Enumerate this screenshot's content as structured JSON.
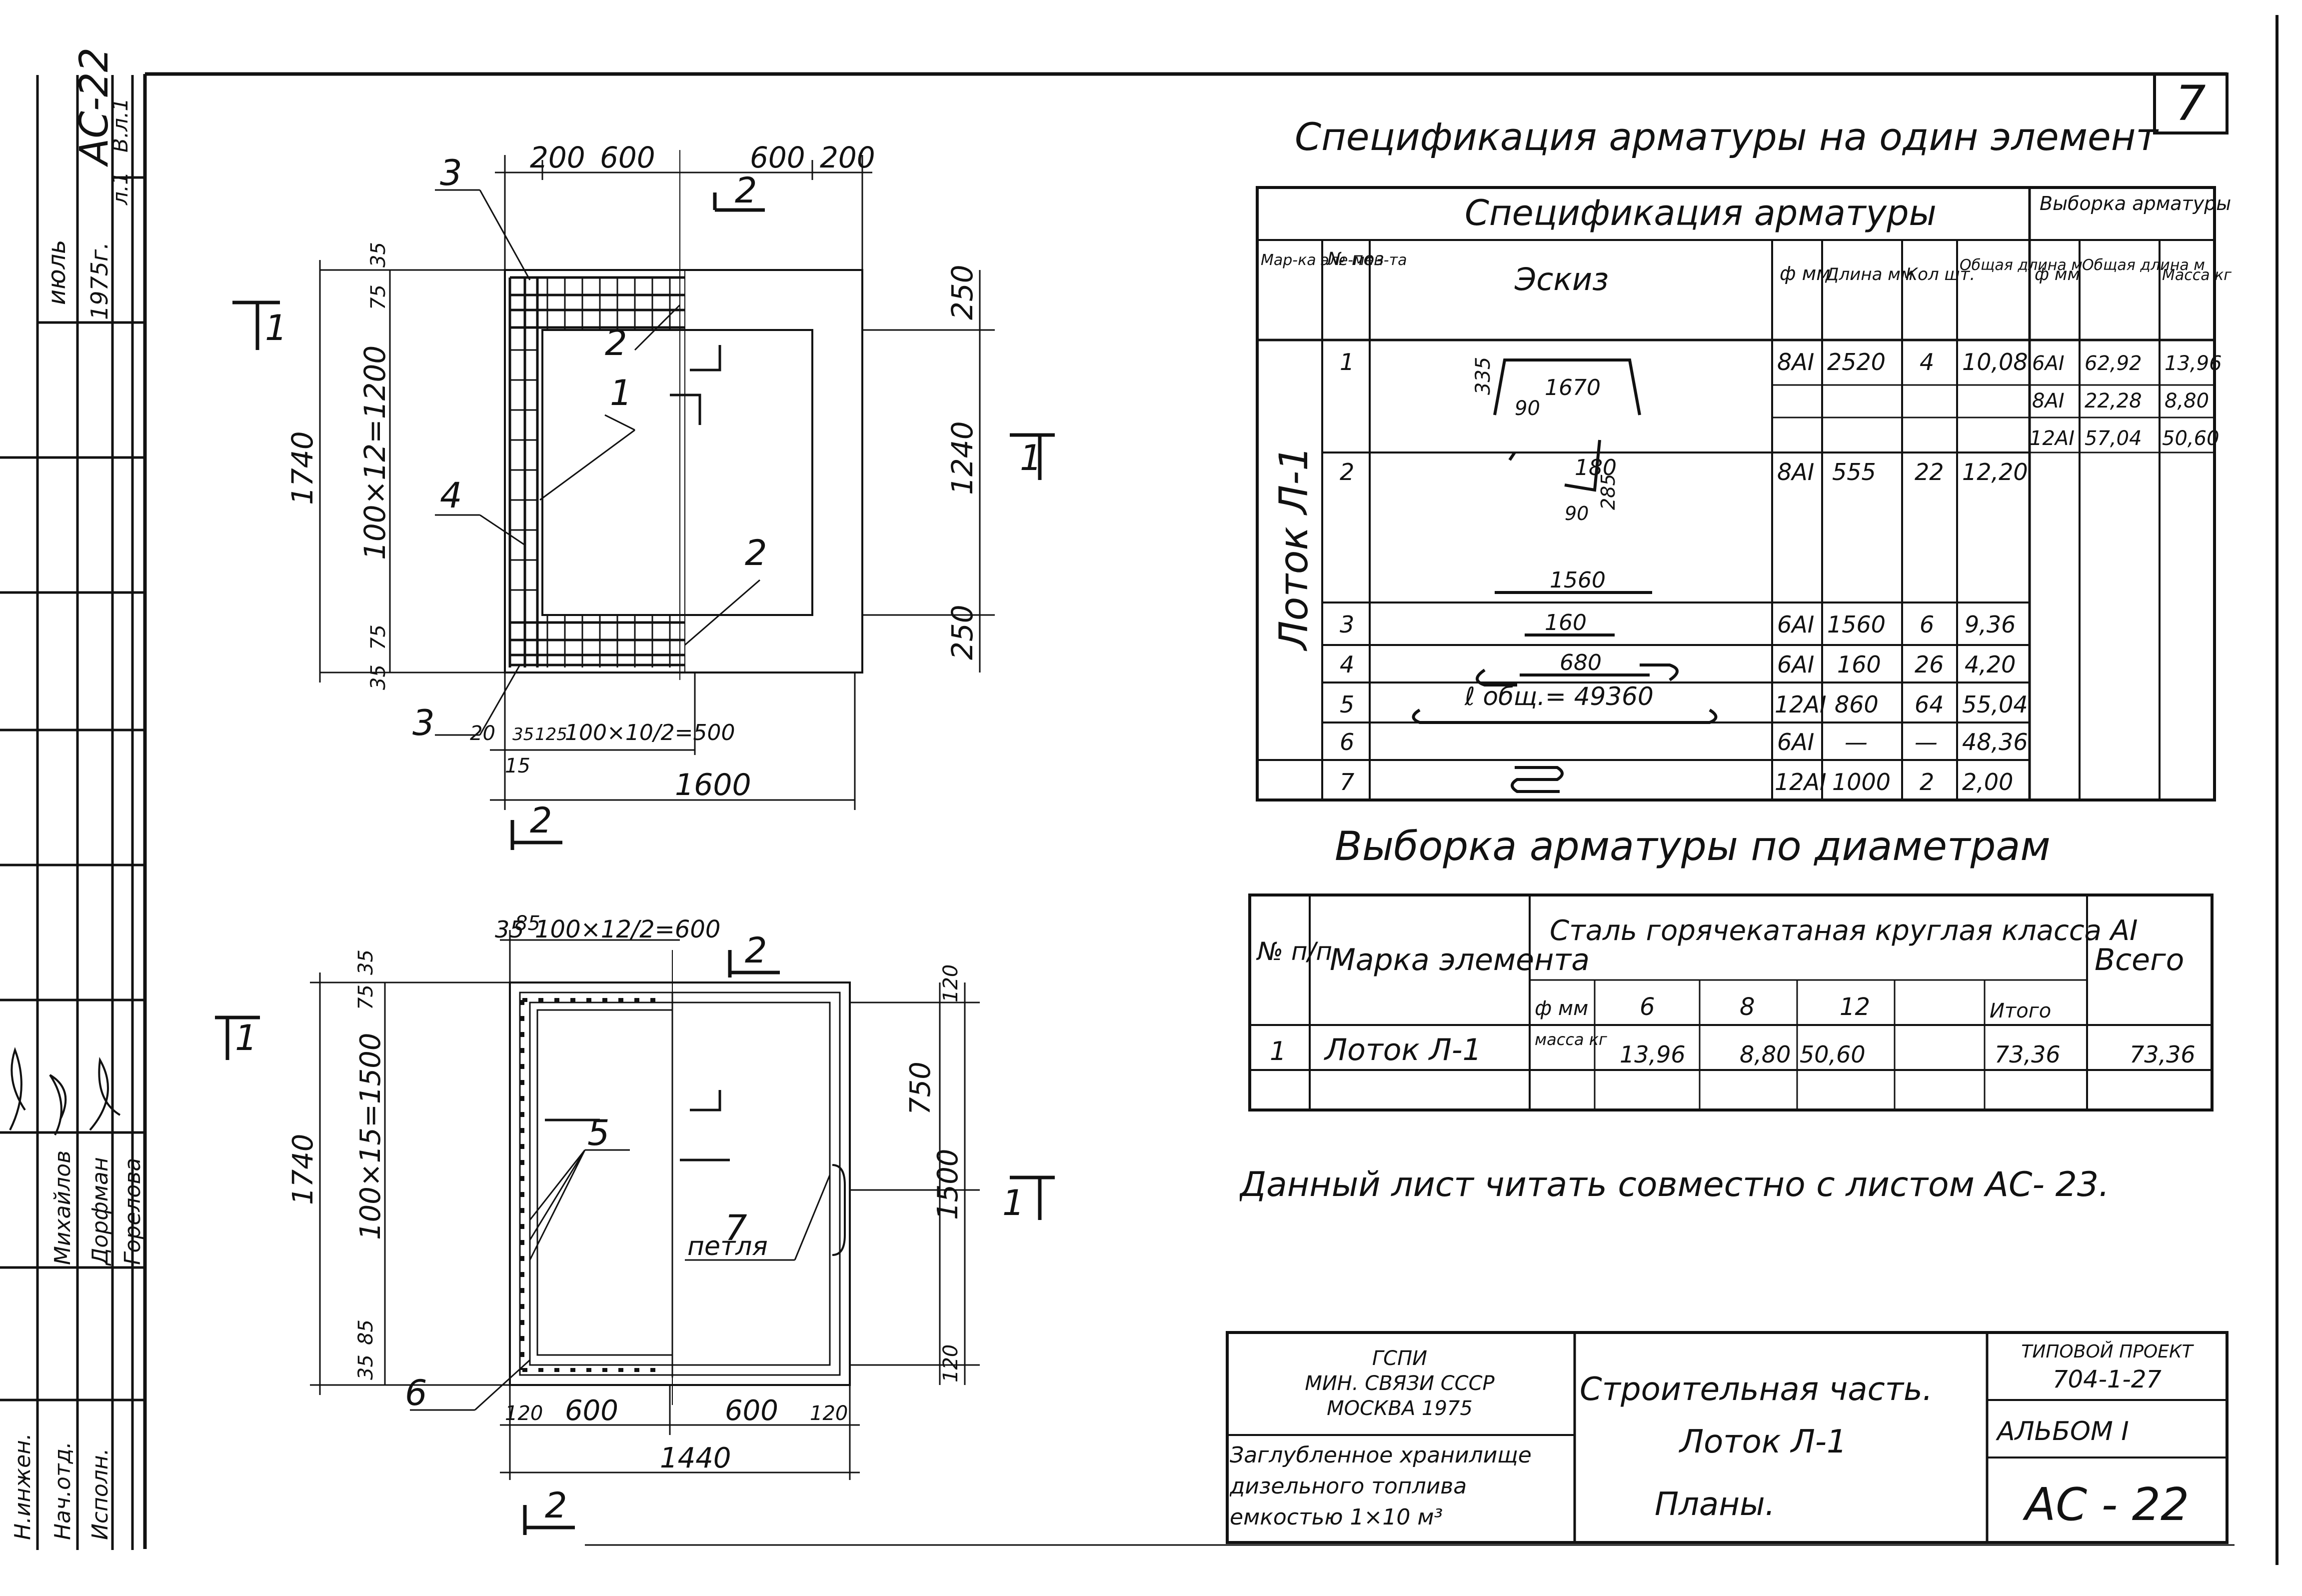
{
  "sheet_number": "7",
  "side_stamp": {
    "top": "АС-22",
    "sub1": "л.1",
    "sub2": "В.л.1",
    "date_label": "июль",
    "date_year": "1975г.",
    "role1": "Н.инжен.",
    "role2": "Нач.отд.",
    "role3": "Исполн.",
    "name1": "Михайлов",
    "name2": "Дорфман",
    "name3": "Горелова"
  },
  "spec_title": "Спецификация арматуры на один элемент",
  "spec_table": {
    "group_header": "Спецификация арматуры",
    "selection_header": "Выборка арматуры",
    "col_mark": "Мар-ка эле-мен-та",
    "col_pos": "№ поз",
    "col_sketch": "Эскиз",
    "col_diam": "ф мм",
    "col_len": "Длина мм",
    "col_qty": "Кол шт.",
    "col_total": "Общая длина м",
    "col_sel_diam": "ф мм",
    "col_sel_len": "Общая длина м",
    "col_sel_mass": "Масса кг",
    "element": "Лоток Л-1",
    "rows": [
      {
        "pos": "1",
        "diam": "8АI",
        "len": "2520",
        "qty": "4",
        "total": "10,08"
      },
      {
        "pos": "2",
        "diam": "8АI",
        "len": "555",
        "qty": "22",
        "total": "12,20"
      },
      {
        "pos": "3",
        "diam": "6АI",
        "len": "1560",
        "qty": "6",
        "total": "9,36"
      },
      {
        "pos": "4",
        "diam": "6АI",
        "len": "160",
        "qty": "26",
        "total": "4,20"
      },
      {
        "pos": "5",
        "diam": "12АI",
        "len": "860",
        "qty": "64",
        "total": "55,04"
      },
      {
        "pos": "6",
        "diam": "6АI",
        "len": "—",
        "qty": "—",
        "total": "48,36"
      },
      {
        "pos": "7",
        "diam": "12АI",
        "len": "1000",
        "qty": "2",
        "total": "2,00"
      }
    ],
    "selection_rows": [
      {
        "diam": "6АI",
        "len": "62,92",
        "mass": "13,96"
      },
      {
        "diam": "8АI",
        "len": "22,28",
        "mass": "8,80"
      },
      {
        "diam": "12АI",
        "len": "57,04",
        "mass": "50,60"
      }
    ],
    "sketch_labels": {
      "s1_len": "1670",
      "s1_h": "335",
      "s1_a": "90",
      "s2_len": "180",
      "s2_h": "285",
      "s2_a": "90",
      "s3": "1560",
      "s4": "160",
      "s5": "680",
      "s6": "ℓ общ.= 49360"
    }
  },
  "selection_title": "Выборка арматуры по диаметрам",
  "selection_table": {
    "col_num": "№ п/п",
    "col_mark": "Марка элемента",
    "col_steel": "Сталь горячекатаная круглая класса АI",
    "col_total": "Всего",
    "sub_phi": "ф мм",
    "sub_mass": "масса кг",
    "sub_6": "6",
    "sub_8": "8",
    "sub_12": "12",
    "sub_itogo": "Итого",
    "row": {
      "num": "1",
      "mark": "Лоток Л-1",
      "m6": "13,96",
      "m8": "8,80",
      "m12": "50,60",
      "itogo": "73,36",
      "total": "73,36"
    }
  },
  "note": "Данный лист читать совместно с листом АС- 23.",
  "title_block": {
    "org1": "ГСПИ",
    "org2": "МИН. СВЯЗИ СССР",
    "org3": "МОСКВА 1975",
    "project_name": "Заглубленное хранилище дизельного топлива емкостью 1×10 м³",
    "part": "Строительная часть.",
    "element": "Лоток Л-1",
    "sheet_title": "Планы.",
    "typ_project": "ТИПОВОЙ ПРОЕКТ",
    "typ_number": "704-1-27",
    "album": "АЛЬБОМ I",
    "sheet_code": "АС - 22"
  },
  "plan_top": {
    "dims": [
      "200",
      "600",
      "600",
      "200",
      "250",
      "1240",
      "250",
      "1740",
      "100×12=1200",
      "35",
      "75",
      "75",
      "35",
      "20",
      "35",
      "125",
      "100×10/2=500",
      "15",
      "1600"
    ],
    "callouts": [
      "3",
      "2",
      "1",
      "4",
      "2",
      "3"
    ],
    "sections": [
      "1",
      "1",
      "2",
      "2"
    ]
  },
  "plan_bottom": {
    "dims": [
      "35",
      "85",
      "100×12/2=600",
      "35",
      "75",
      "1740",
      "100×15=1500",
      "85",
      "35",
      "120",
      "750",
      "1500",
      "120",
      "120",
      "600",
      "600",
      "120",
      "1440"
    ],
    "callouts": [
      "5",
      "7",
      "петля",
      "6"
    ],
    "sections": [
      "1",
      "1",
      "2",
      "2"
    ]
  }
}
